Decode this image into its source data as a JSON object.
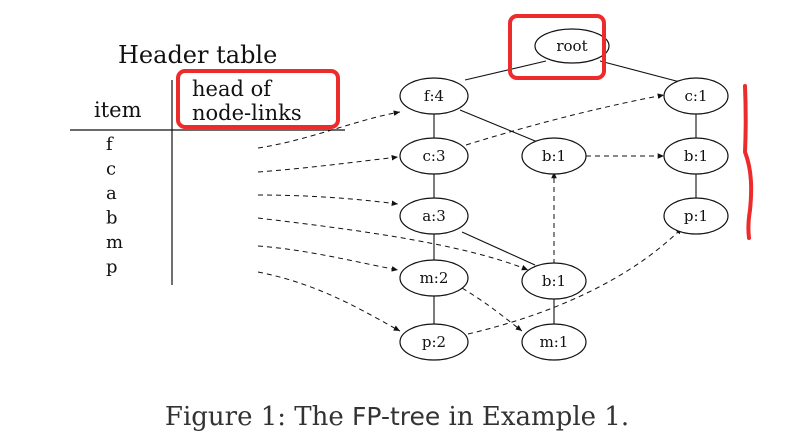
{
  "header_table": {
    "title": "Header table",
    "col_item": "item",
    "col_links_line1": "head of",
    "col_links_line2": "node-links",
    "items": [
      "f",
      "c",
      "a",
      "b",
      "m",
      "p"
    ]
  },
  "tree": {
    "nodes": {
      "root": "root",
      "f4": "f:4",
      "c1_top": "c:1",
      "c3": "c:3",
      "b1_mid": "b:1",
      "b1_right": "b:1",
      "a3": "a:3",
      "p1_right": "p:1",
      "m2": "m:2",
      "b1_low": "b:1",
      "p2": "p:2",
      "m1": "m:1"
    }
  },
  "caption": {
    "prefix": "Figure 1: The ",
    "fp": "FP",
    "tree_word": "-tree",
    "suffix": " in Example 1."
  },
  "colors": {
    "ink": "#111111",
    "highlight": "#ee2b2b",
    "caption": "#333333"
  }
}
